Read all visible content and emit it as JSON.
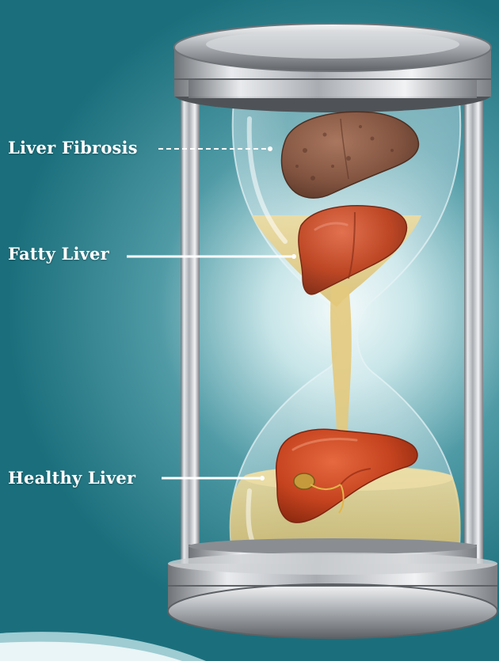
{
  "labels": {
    "liver_fibrosis": "Liver Fibrosis",
    "fatty_liver": "Fatty Liver",
    "healthy_liver": "Healthy Liver"
  },
  "colors": {
    "background_teal": "#1b6f7c",
    "glow_center": "#e8f4f5",
    "sand": "#e6cf8a",
    "liver_healthy": "#c9421d",
    "liver_fatty": "#c24a24",
    "liver_fibrosis": "#8a5c47",
    "metal": "#b9bcc0",
    "label_text": "#ffffff"
  },
  "icons": {
    "top_cap": "hourglass-cap-icon",
    "bottom_base": "hourglass-base-icon",
    "fibrotic_liver": "fibrotic-liver-icon",
    "fatty_liver": "fatty-liver-icon",
    "healthy_liver": "healthy-liver-icon"
  }
}
